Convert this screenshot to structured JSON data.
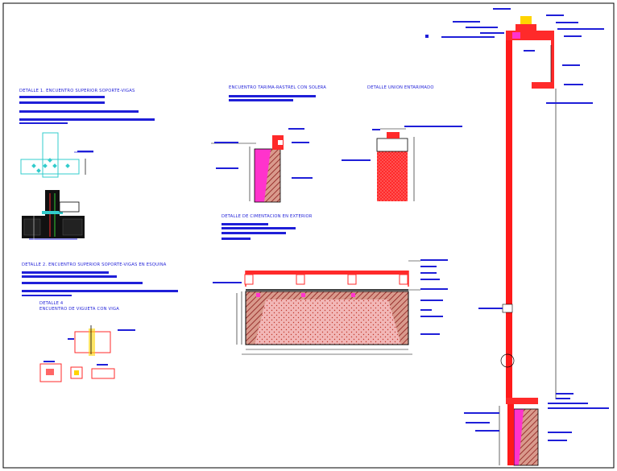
{
  "labels": {
    "d1_title": "DETALLE 1.  ENCUENTRO SUPERIOR SOPORTE-VIGAS",
    "d2_title": "DETALLE 2.  ENCUENTRO SUPERIOR SOPORTE-VIGAS EN ESQUINA",
    "d4_title_1": "DETALLE 4",
    "d4_title_2": "ENCUENTRO DE VIGUETA CON VIGA",
    "mid_left_title": "ENCUENTRO TARIMA-RASTREL CON SOLERA",
    "mid_right_title": "DETALLE UNION ENTARIMADO",
    "foundation_title": "DETALLE DE CIMENTACION EN EXTERIOR"
  },
  "colors": {
    "annotation": "#1f1fd8",
    "section": "#ff1a1a",
    "fill_pink": "#ff33cc",
    "hatch": "#8b1a1a",
    "cyan": "#33cccc",
    "yellow": "#ffd400"
  }
}
